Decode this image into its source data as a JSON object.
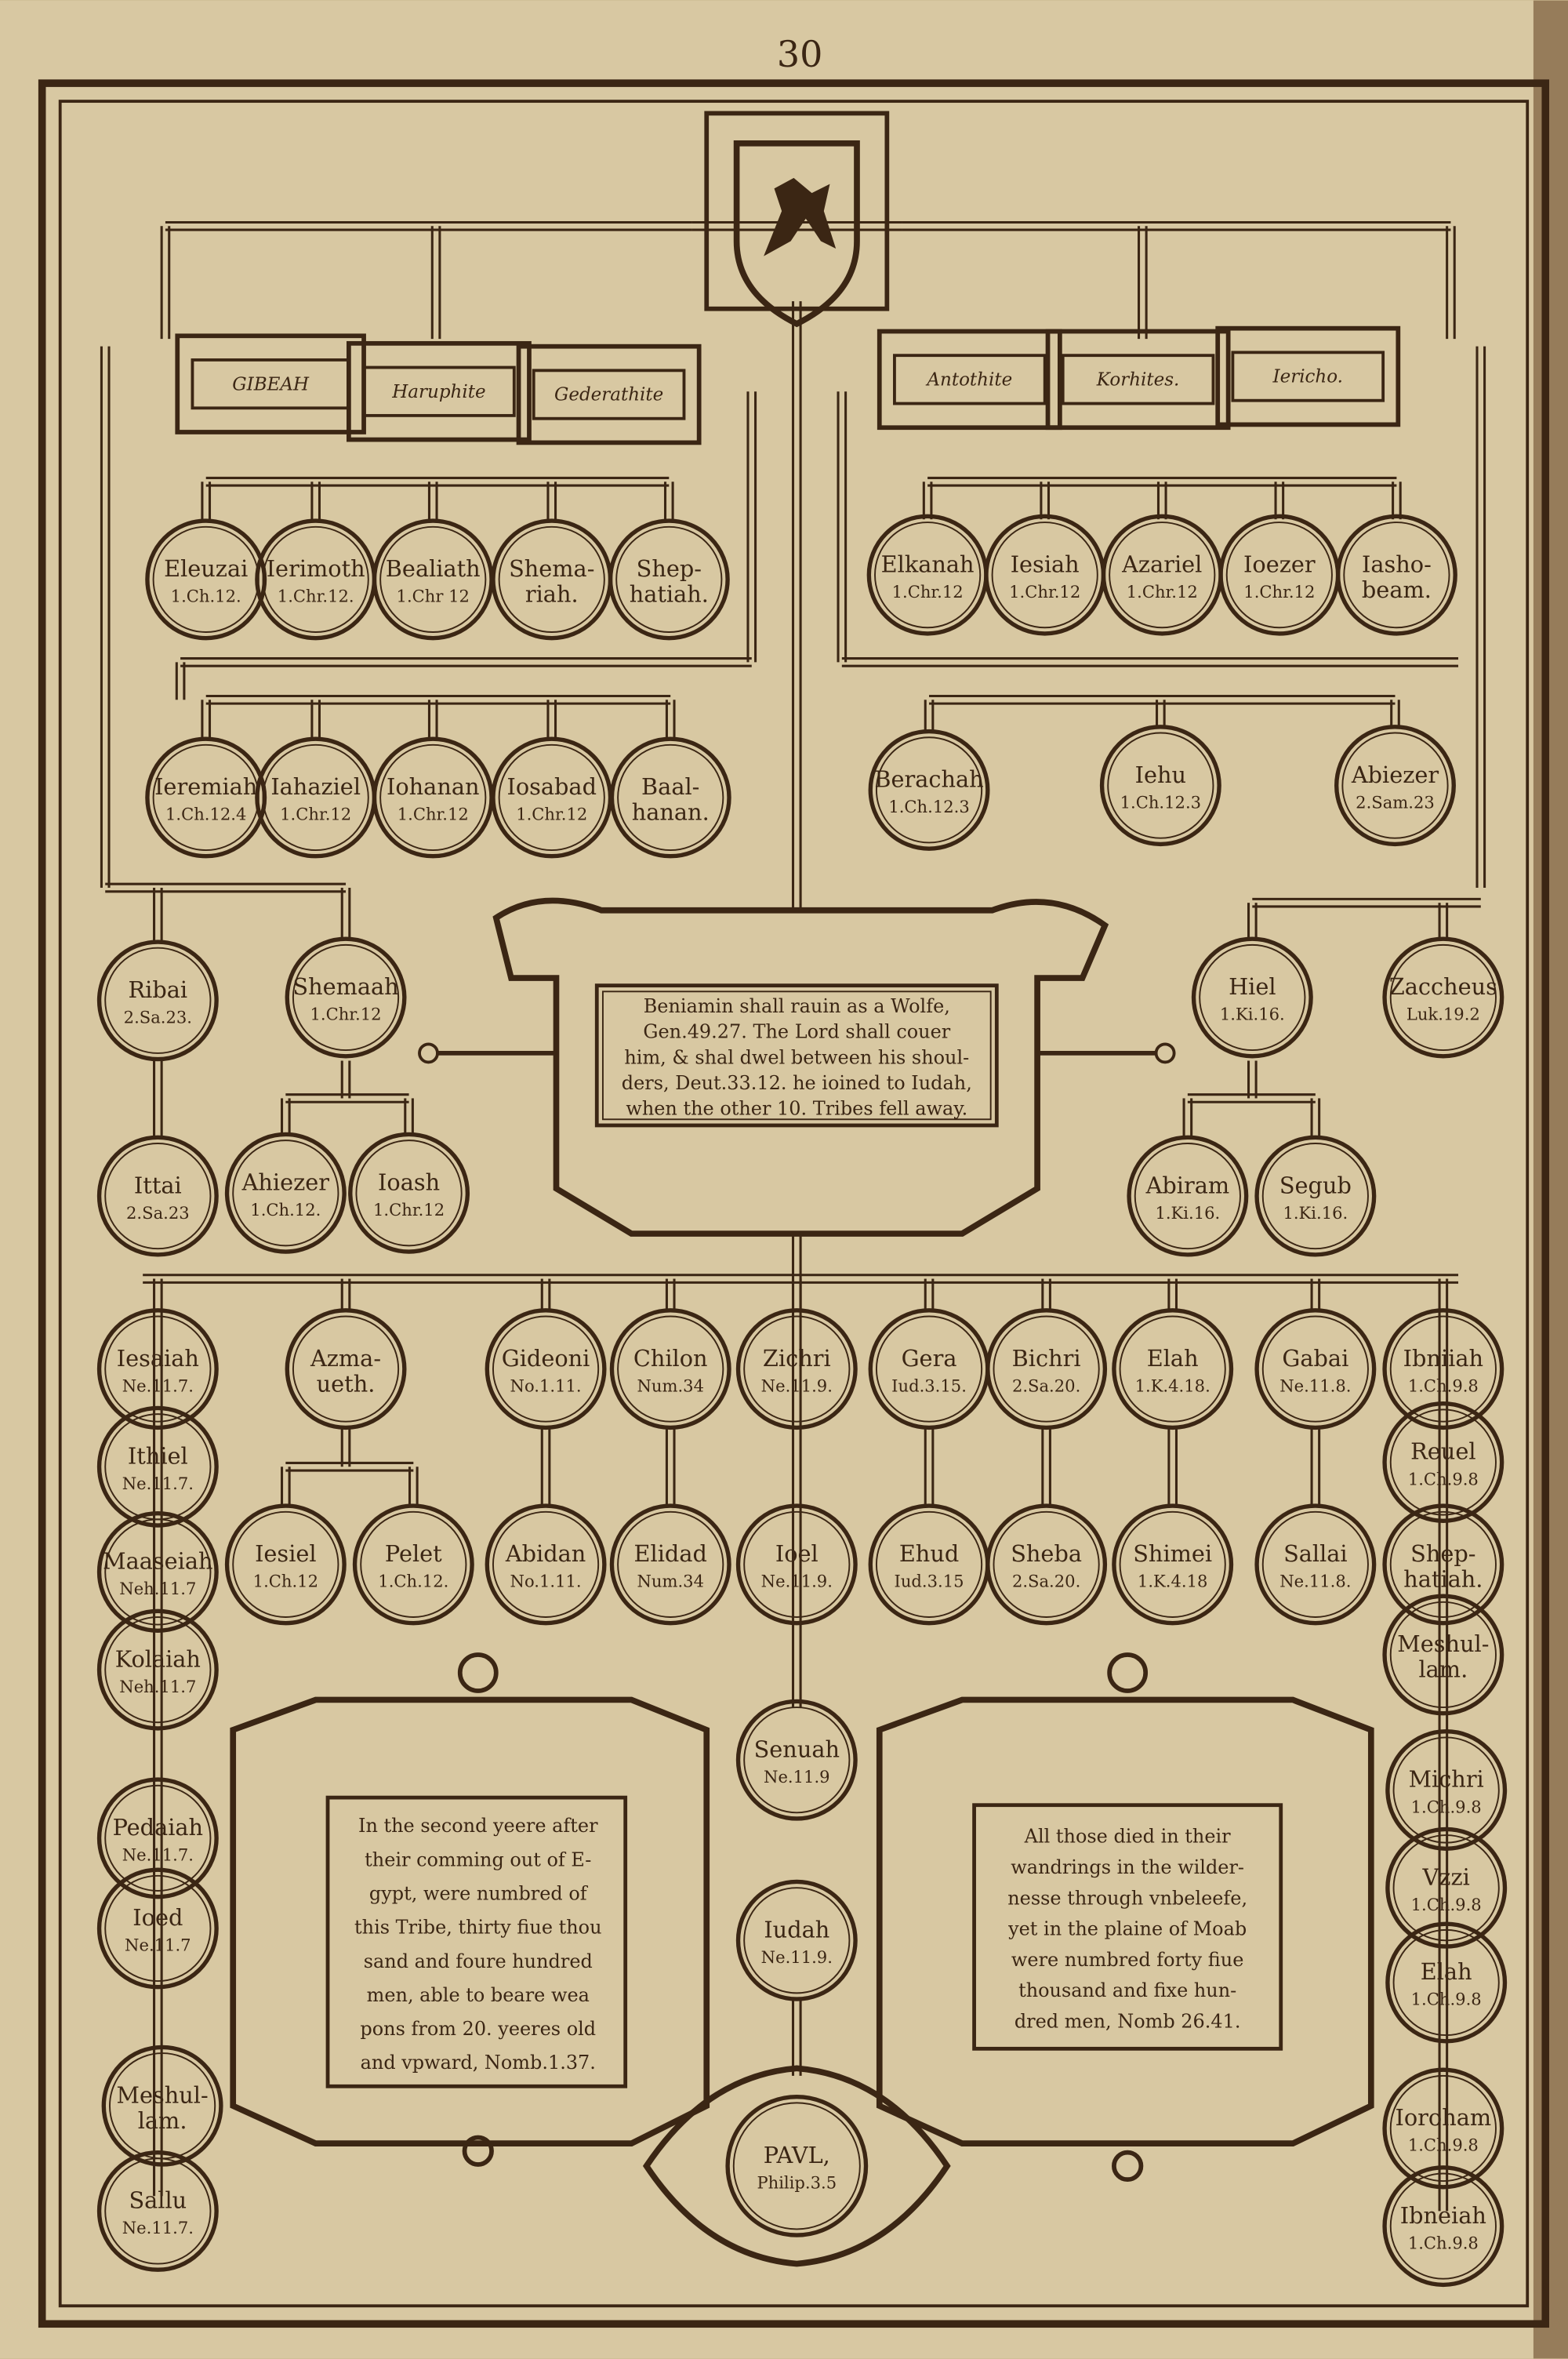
{
  "page_number": "30",
  "crest": {
    "device": "wolf-shield-icon"
  },
  "colors": {
    "paper": "#d8c8a2",
    "ink": "#3b2614"
  },
  "cartouches": [
    "GIBEAH",
    "Haruphite",
    "Gederathite",
    "Antothite",
    "Korhites.",
    "Iericho."
  ],
  "center_box": {
    "lines": [
      "Beniamin shall rauin as a Wolfe,",
      "Gen.49.27.  The Lord shall couer",
      "him, & shal dwel between his shoul-",
      "ders, Deut.33.12.  he ioined to Iudah,",
      "when the other 10. Tribes fell away."
    ]
  },
  "left_box": {
    "lines": [
      "In the second yeere after",
      "their comming out of E-",
      "gypt, were numbred of",
      "this Tribe, thirty fiue thou",
      "sand and foure hundred",
      "men, able to beare wea",
      "pons from 20. yeeres old",
      "and vpward, Nomb.1.37."
    ]
  },
  "right_box": {
    "lines": [
      "All those died in their",
      "wandrings in the wilder-",
      "nesse through vnbeleefe,",
      "yet in the plaine of Moab",
      "were numbred forty fiue",
      "thousand and fixe hun-",
      "dred men, Nomb 26.41."
    ]
  },
  "nodes": [
    {
      "lines": [
        "Eleuzai",
        "1.Ch.12."
      ]
    },
    {
      "lines": [
        "Ierimoth",
        "1.Chr.12."
      ]
    },
    {
      "lines": [
        "Bealiath",
        "1.Chr 12"
      ]
    },
    {
      "lines": [
        "Shema-",
        "riah."
      ]
    },
    {
      "lines": [
        "Shep-",
        "hatiah."
      ]
    },
    {
      "lines": [
        "Elkanah",
        "1.Chr.12"
      ]
    },
    {
      "lines": [
        "Iesiah",
        "1.Chr.12"
      ]
    },
    {
      "lines": [
        "Azariel",
        "1.Chr.12"
      ]
    },
    {
      "lines": [
        "Ioezer",
        "1.Chr.12"
      ]
    },
    {
      "lines": [
        "Iasho-",
        "beam."
      ]
    },
    {
      "lines": [
        "Ieremiah",
        "1.Ch.12.4"
      ]
    },
    {
      "lines": [
        "Iahaziel",
        "1.Chr.12"
      ]
    },
    {
      "lines": [
        "Iohanan",
        "1.Chr.12"
      ]
    },
    {
      "lines": [
        "Iosabad",
        "1.Chr.12"
      ]
    },
    {
      "lines": [
        "Baal-",
        "hanan."
      ]
    },
    {
      "lines": [
        "Berachah",
        "1.Ch.12.3"
      ]
    },
    {
      "lines": [
        "Iehu",
        "1.Ch.12.3"
      ]
    },
    {
      "lines": [
        "Abiezer",
        "2.Sam.23"
      ]
    },
    {
      "lines": [
        "Ribai",
        "2.Sa.23."
      ]
    },
    {
      "lines": [
        "Shemaah",
        "1.Chr.12"
      ]
    },
    {
      "lines": [
        "Ittai",
        "2.Sa.23"
      ]
    },
    {
      "lines": [
        "Ahiezer",
        "1.Ch.12."
      ]
    },
    {
      "lines": [
        "Ioash",
        "1.Chr.12"
      ]
    },
    {
      "lines": [
        "Hiel",
        "1.Ki.16."
      ]
    },
    {
      "lines": [
        "Zaccheus",
        "Luk.19.2"
      ]
    },
    {
      "lines": [
        "Abiram",
        "1.Ki.16."
      ]
    },
    {
      "lines": [
        "Segub",
        "1.Ki.16."
      ]
    },
    {
      "lines": [
        "Iesaiah",
        "Ne.11.7."
      ]
    },
    {
      "lines": [
        "Azma-",
        "ueth."
      ]
    },
    {
      "lines": [
        "Gideoni",
        "No.1.11."
      ]
    },
    {
      "lines": [
        "Chilon",
        "Num.34"
      ]
    },
    {
      "lines": [
        "Zichri",
        "Ne.11.9."
      ]
    },
    {
      "lines": [
        "Gera",
        "Iud.3.15."
      ]
    },
    {
      "lines": [
        "Bichri",
        "2.Sa.20."
      ]
    },
    {
      "lines": [
        "Elah",
        "1.K.4.18."
      ]
    },
    {
      "lines": [
        "Gabai",
        "Ne.11.8."
      ]
    },
    {
      "lines": [
        "Ibniiah",
        "1.Ch.9.8"
      ]
    },
    {
      "lines": [
        "Ithiel",
        "Ne.11.7."
      ]
    },
    {
      "lines": [
        "Maaseiah",
        "Neh.11.7"
      ]
    },
    {
      "lines": [
        "Kolaiah",
        "Neh.11.7"
      ]
    },
    {
      "lines": [
        "Iesiel",
        "1.Ch.12"
      ]
    },
    {
      "lines": [
        "Pelet",
        "1.Ch.12."
      ]
    },
    {
      "lines": [
        "Abidan",
        "No.1.11."
      ]
    },
    {
      "lines": [
        "Elidad",
        "Num.34"
      ]
    },
    {
      "lines": [
        "Ioel",
        "Ne.11.9."
      ]
    },
    {
      "lines": [
        "Ehud",
        "Iud.3.15"
      ]
    },
    {
      "lines": [
        "Sheba",
        "2.Sa.20."
      ]
    },
    {
      "lines": [
        "Shimei",
        "1.K.4.18"
      ]
    },
    {
      "lines": [
        "Sallai",
        "Ne.11.8."
      ]
    },
    {
      "lines": [
        "Reuel",
        "1.Ch.9.8"
      ]
    },
    {
      "lines": [
        "Shep-",
        "hatiah."
      ]
    },
    {
      "lines": [
        "Meshul-",
        "lam."
      ]
    },
    {
      "lines": [
        "Pedaiah",
        "Ne.11.7."
      ]
    },
    {
      "lines": [
        "Ioed",
        "Ne.11.7"
      ]
    },
    {
      "lines": [
        "Meshul-",
        "lam."
      ]
    },
    {
      "lines": [
        "Sallu",
        "Ne.11.7."
      ]
    },
    {
      "lines": [
        "Senuah",
        "Ne.11.9"
      ]
    },
    {
      "lines": [
        "Iudah",
        "Ne.11.9."
      ]
    },
    {
      "lines": [
        "Michri",
        "1.Ch.9.8"
      ]
    },
    {
      "lines": [
        "Vzzi",
        "1.Ch.9.8"
      ]
    },
    {
      "lines": [
        "Elah",
        "1.Ch.9.8"
      ]
    },
    {
      "lines": [
        "Ioroham",
        "1.Ch.9.8"
      ]
    },
    {
      "lines": [
        "Ibneiah",
        "1.Ch.9.8"
      ]
    },
    {
      "lines": [
        "PAVL,",
        "Philip.3.5"
      ]
    }
  ]
}
